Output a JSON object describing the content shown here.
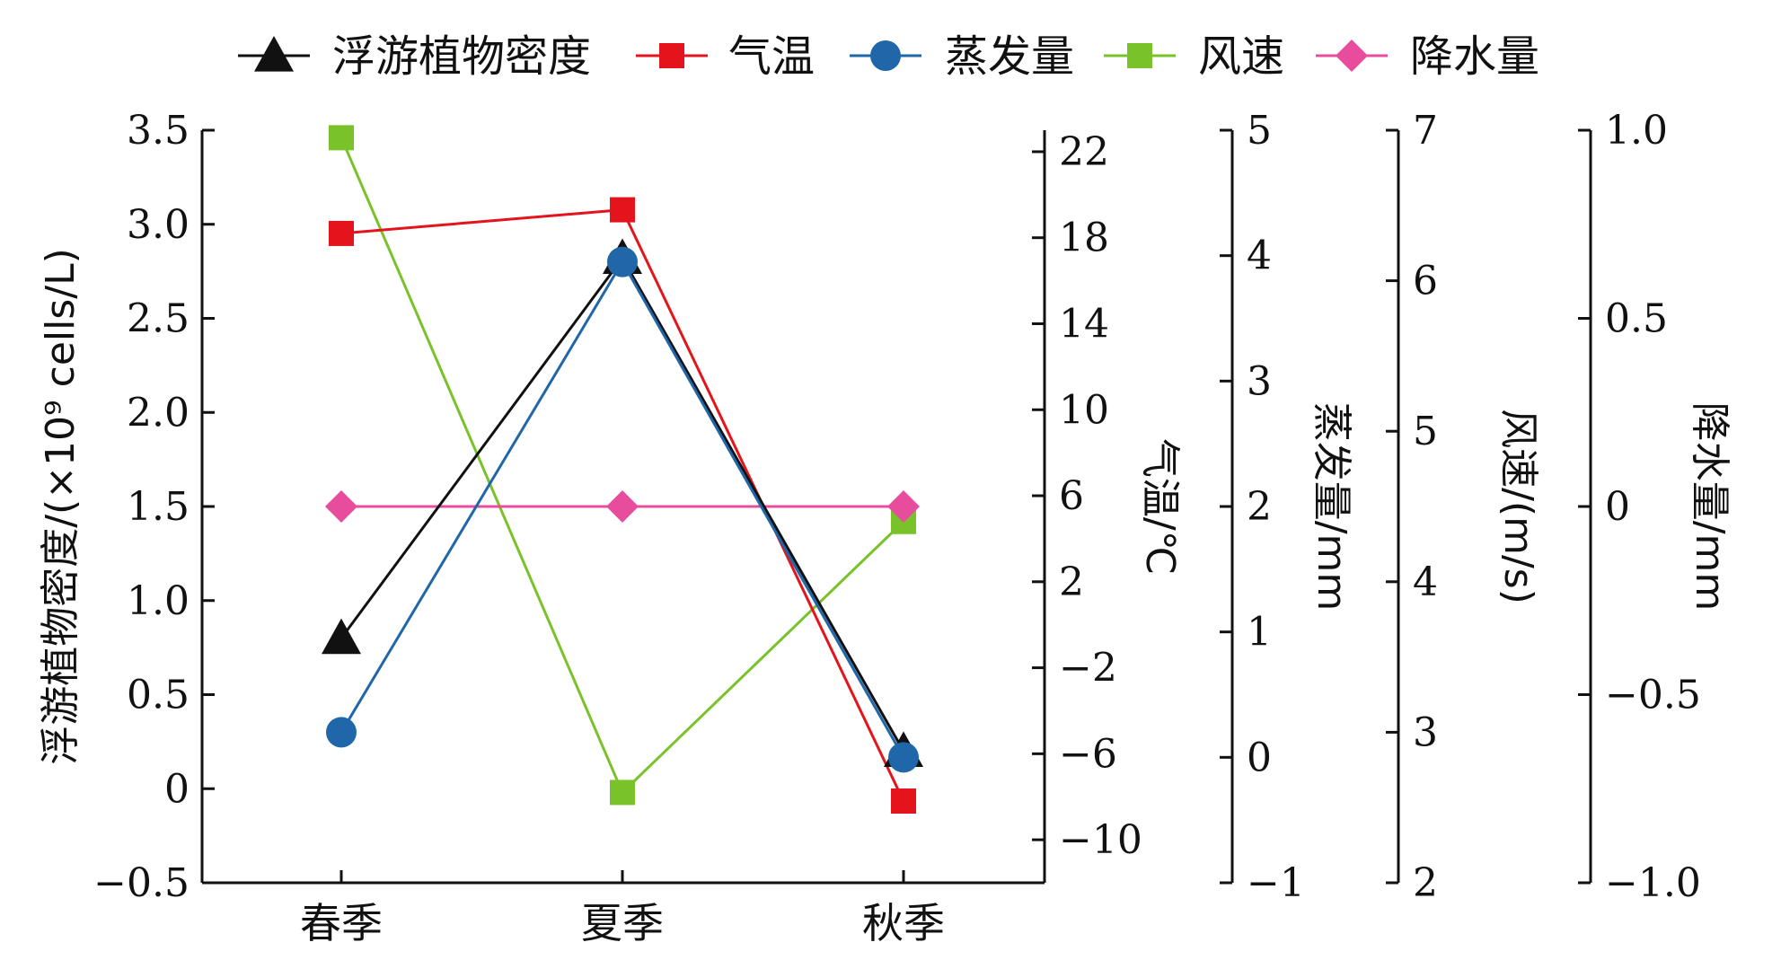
{
  "chart_data": {
    "type": "line",
    "categories": [
      "春季",
      "夏季",
      "秋季"
    ],
    "series": [
      {
        "name": "浮游植物密度",
        "axis": "density",
        "marker": "triangle",
        "color": "#111111",
        "values": [
          0.8,
          2.82,
          0.2
        ]
      },
      {
        "name": "气温",
        "axis": "temp",
        "marker": "square",
        "color": "#e3141c",
        "values": [
          18.2,
          19.3,
          -8.2
        ]
      },
      {
        "name": "蒸发量",
        "axis": "evap",
        "marker": "circle",
        "color": "#1f67a8",
        "values": [
          0.2,
          3.95,
          0.0
        ]
      },
      {
        "name": "风速",
        "axis": "wind",
        "marker": "square",
        "color": "#7ac22a",
        "values": [
          6.95,
          2.6,
          4.4
        ]
      },
      {
        "name": "降水量",
        "axis": "precip",
        "marker": "diamond",
        "color": "#e84c9c",
        "values": [
          0,
          0,
          0
        ]
      }
    ],
    "axes": {
      "density": {
        "label": "浮游植物密度/(×10⁹ cells/L)",
        "ylim": [
          -0.5,
          3.5
        ],
        "ticks": [
          -0.5,
          0,
          0.5,
          1.0,
          1.5,
          2.0,
          2.5,
          3.0,
          3.5
        ],
        "tick_labels": [
          "−0.5",
          "0",
          "0.5",
          "1.0",
          "1.5",
          "2.0",
          "2.5",
          "3.0",
          "3.5"
        ]
      },
      "temp": {
        "label": "气温/℃",
        "ylim": [
          -12,
          23
        ],
        "ticks": [
          -10,
          -6,
          -2,
          2,
          6,
          10,
          14,
          18,
          22
        ],
        "tick_labels": [
          "−10",
          "−6",
          "−2",
          "2",
          "6",
          "10",
          "14",
          "18",
          "22"
        ]
      },
      "evap": {
        "label": "蒸发量/mm",
        "ylim": [
          -1,
          5
        ],
        "ticks": [
          -1,
          0,
          1,
          2,
          3,
          4,
          5
        ],
        "tick_labels": [
          "−1",
          "0",
          "1",
          "2",
          "3",
          "4",
          "5"
        ]
      },
      "wind": {
        "label": "风速/(m/s)",
        "ylim": [
          2,
          7
        ],
        "ticks": [
          2,
          3,
          4,
          5,
          6,
          7
        ],
        "tick_labels": [
          "2",
          "3",
          "4",
          "5",
          "6",
          "7"
        ]
      },
      "precip": {
        "label": "降水量/mm",
        "ylim": [
          -1.0,
          1.0
        ],
        "ticks": [
          -1.0,
          -0.5,
          0,
          0.5,
          1.0
        ],
        "tick_labels": [
          "−1.0",
          "−0.5",
          "0",
          "0.5",
          "1.0"
        ]
      }
    },
    "legend": "top"
  }
}
